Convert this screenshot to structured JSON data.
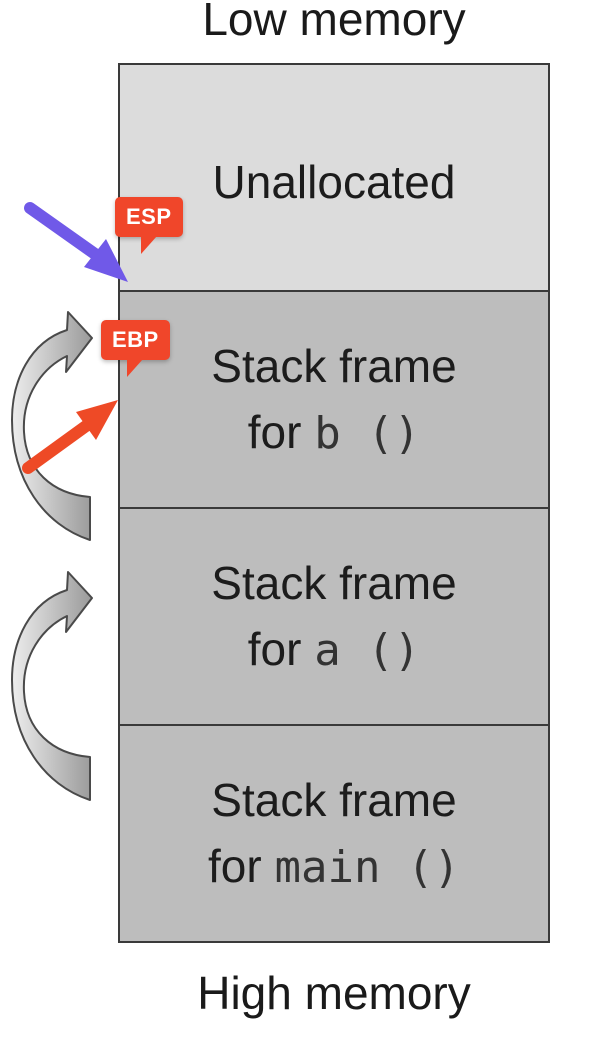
{
  "labels": {
    "low_memory": "Low memory",
    "high_memory": "High memory"
  },
  "stack": {
    "unallocated": "Unallocated",
    "frames": [
      {
        "line1": "Stack frame",
        "prefix": "for ",
        "func": "b",
        "parens": " ()"
      },
      {
        "line1": "Stack frame",
        "prefix": "for ",
        "func": "a",
        "parens": " ()"
      },
      {
        "line1": "Stack frame",
        "prefix": "for ",
        "func": "main",
        "parens": " ()"
      }
    ]
  },
  "pointers": {
    "esp": {
      "label": "ESP",
      "color": "#f0462a",
      "arrow_color": "#7059e8"
    },
    "ebp": {
      "label": "EBP",
      "color": "#f0462a",
      "arrow_color": "#ee4a26"
    }
  },
  "colors": {
    "unallocated_bg": "#dcdcdc",
    "frame_bg": "#bdbdbd",
    "border": "#3a3a3a",
    "return_arrow_fill": "#b9b9b9"
  },
  "icons": {
    "esp_arrow": "arrow-down-right-icon",
    "ebp_arrow": "arrow-up-right-icon",
    "return_arrow": "curved-arrow-icon"
  }
}
